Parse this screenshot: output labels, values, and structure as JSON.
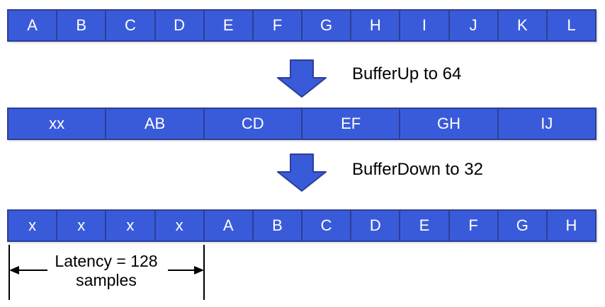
{
  "colors": {
    "cell_fill": "#3A5BD9",
    "cell_border": "#2B3F96",
    "cell_text": "#FFFFFF",
    "annotation_text": "#000000"
  },
  "rows": {
    "top": {
      "cells": [
        "A",
        "B",
        "C",
        "D",
        "E",
        "F",
        "G",
        "H",
        "I",
        "J",
        "K",
        "L"
      ]
    },
    "middle": {
      "cells": [
        "xx",
        "AB",
        "CD",
        "EF",
        "GH",
        "IJ"
      ]
    },
    "bottom": {
      "cells": [
        "x",
        "x",
        "x",
        "x",
        "A",
        "B",
        "C",
        "D",
        "E",
        "F",
        "G",
        "H"
      ]
    }
  },
  "steps": {
    "buffer_up": {
      "label": "BufferUp to 64"
    },
    "buffer_down": {
      "label": "BufferDown to 32"
    }
  },
  "latency": {
    "line1": "Latency = 128",
    "line2": "samples"
  }
}
